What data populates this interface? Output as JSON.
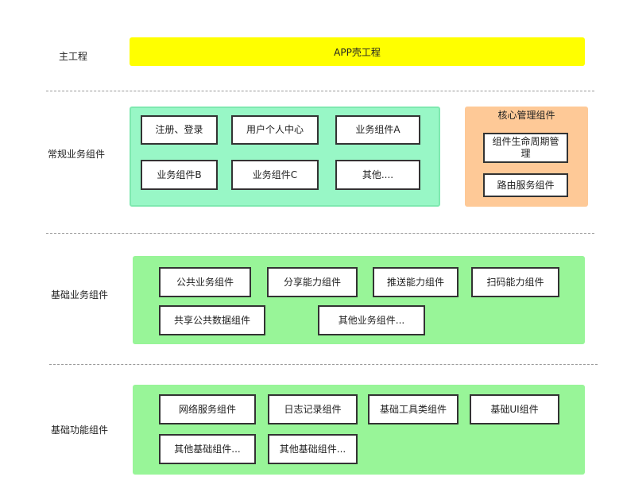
{
  "rows": {
    "main": {
      "label": "主工程",
      "bar": "APP壳工程"
    },
    "business": {
      "label": "常规业务组件",
      "boxes": [
        "注册、登录",
        "用户个人中心",
        "业务组件A",
        "业务组件B",
        "业务组件C",
        "其他...."
      ],
      "core": {
        "title": "核心管理组件",
        "boxes": [
          "组件生命周期管理",
          "路由服务组件"
        ]
      }
    },
    "basic_business": {
      "label": "基础业务组件",
      "boxes": [
        "公共业务组件",
        "分享能力组件",
        "推送能力组件",
        "扫码能力组件",
        "共享公共数据组件",
        "其他业务组件..."
      ]
    },
    "basic_function": {
      "label": "基础功能组件",
      "boxes": [
        "网络服务组件",
        "日志记录组件",
        "基础工具类组件",
        "基础UI组件",
        "其他基础组件...",
        "其他基础组件..."
      ]
    }
  },
  "colors": {
    "main_bar": "#ffff00",
    "business_panel": "#98f7c6",
    "core_panel": "#fec997",
    "basic_panel": "#98f598"
  }
}
